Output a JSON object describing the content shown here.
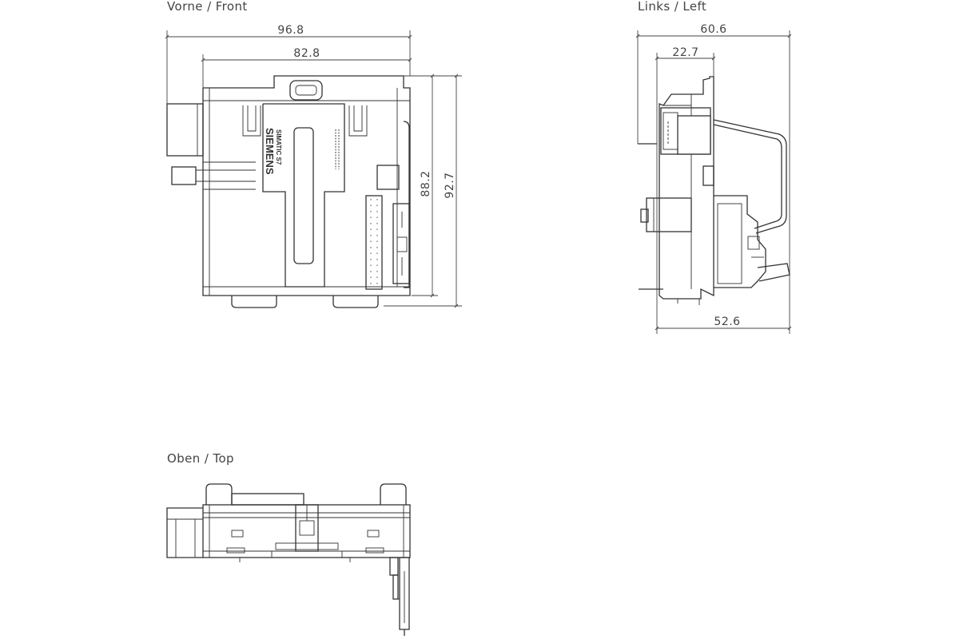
{
  "views": {
    "front": {
      "title": "Vorne  /  Front"
    },
    "left": {
      "title": "Links  /  Left"
    },
    "top": {
      "title": "Oben  /  Top"
    }
  },
  "dimensions": {
    "front_overall_width": "96.8",
    "front_body_width": "82.8",
    "front_inner_height": "88.2",
    "front_overall_height": "92.7",
    "left_overall_depth": "60.6",
    "left_offset_depth": "22.7",
    "left_base_depth": "52.6"
  },
  "marking": {
    "brand": "SIEMENS",
    "series": "SIMATIC S7"
  }
}
